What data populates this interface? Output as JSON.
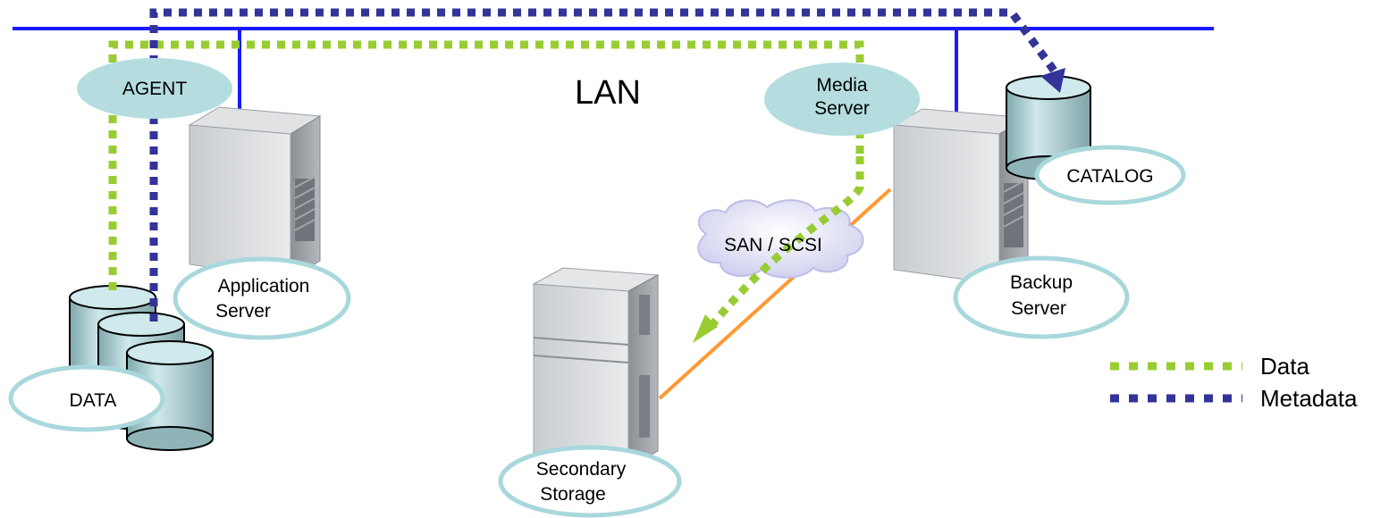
{
  "network": {
    "label": "LAN"
  },
  "nodes": {
    "agent": "AGENT",
    "media_server": [
      "Media",
      "Server"
    ],
    "catalog": "CATALOG",
    "application_server": [
      "Application",
      "Server"
    ],
    "backup_server": [
      "Backup",
      "Server"
    ],
    "data": "DATA",
    "secondary_storage": [
      "Secondary",
      "Storage"
    ],
    "san": "SAN / SCSI"
  },
  "legend": {
    "data": "Data",
    "metadata": "Metadata"
  },
  "colors": {
    "lan": "#1a1aff",
    "data_flow": "#99cc33",
    "metadata_flow": "#333399",
    "san_link": "#ff9933",
    "label_bubble": "#b5dde0",
    "label_ring": "#a8d8dc"
  }
}
